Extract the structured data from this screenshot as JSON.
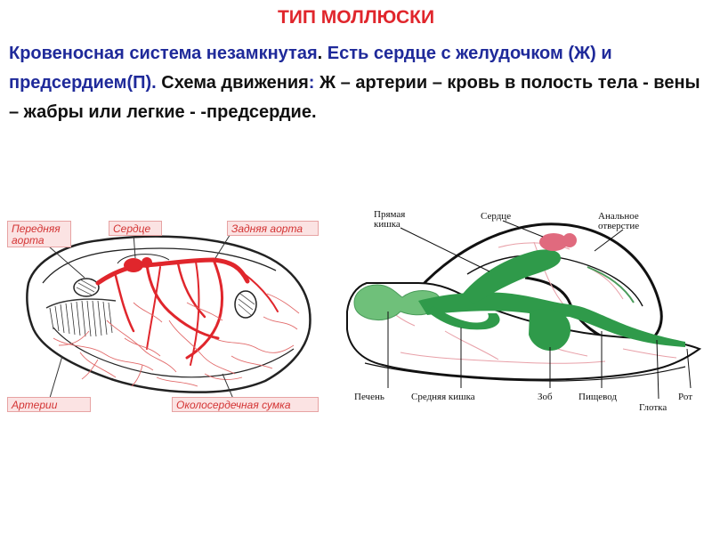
{
  "title": "ТИП МОЛЛЮСКИ",
  "paragraph": {
    "part1": "Кровеносная система незамкнутая",
    "dot1": ".",
    "part2": " Есть сердце с желудочком (Ж) и предсердием(П)",
    "dot2": ".",
    "part3": " Схема движения",
    "colon": ":",
    "part4": " Ж – артерии –  кровь в полость тела -  вены – жабры или легкие - -предсердие."
  },
  "left_diagram": {
    "labels": {
      "anterior_aorta_line1": "Передняя",
      "anterior_aorta_line2": "аорта",
      "heart": "Сердце",
      "posterior_aorta": "Задняя аорта",
      "arteries": "Артерии",
      "pericardial_sac": "Околосердечная сумка"
    },
    "colors": {
      "vessel": "#e0262c",
      "label_bg": "#fbe3e3",
      "label_text": "#d33333"
    }
  },
  "right_diagram": {
    "labels": {
      "rectum_line1": "Прямая",
      "rectum_line2": "кишка",
      "heart": "Сердце",
      "anal_line1": "Анальное",
      "anal_line2": "отверстие",
      "liver": "Печень",
      "midgut": "Средняя кишка",
      "crop": "Зоб",
      "esophagus": "Пищевод",
      "mouth": "Рот",
      "pharynx": "Глотка"
    },
    "colors": {
      "gut": "#2f9a4a",
      "liver": "#6fc07a",
      "heart": "#e06a7e",
      "vessels": "#e8a0a8"
    }
  }
}
